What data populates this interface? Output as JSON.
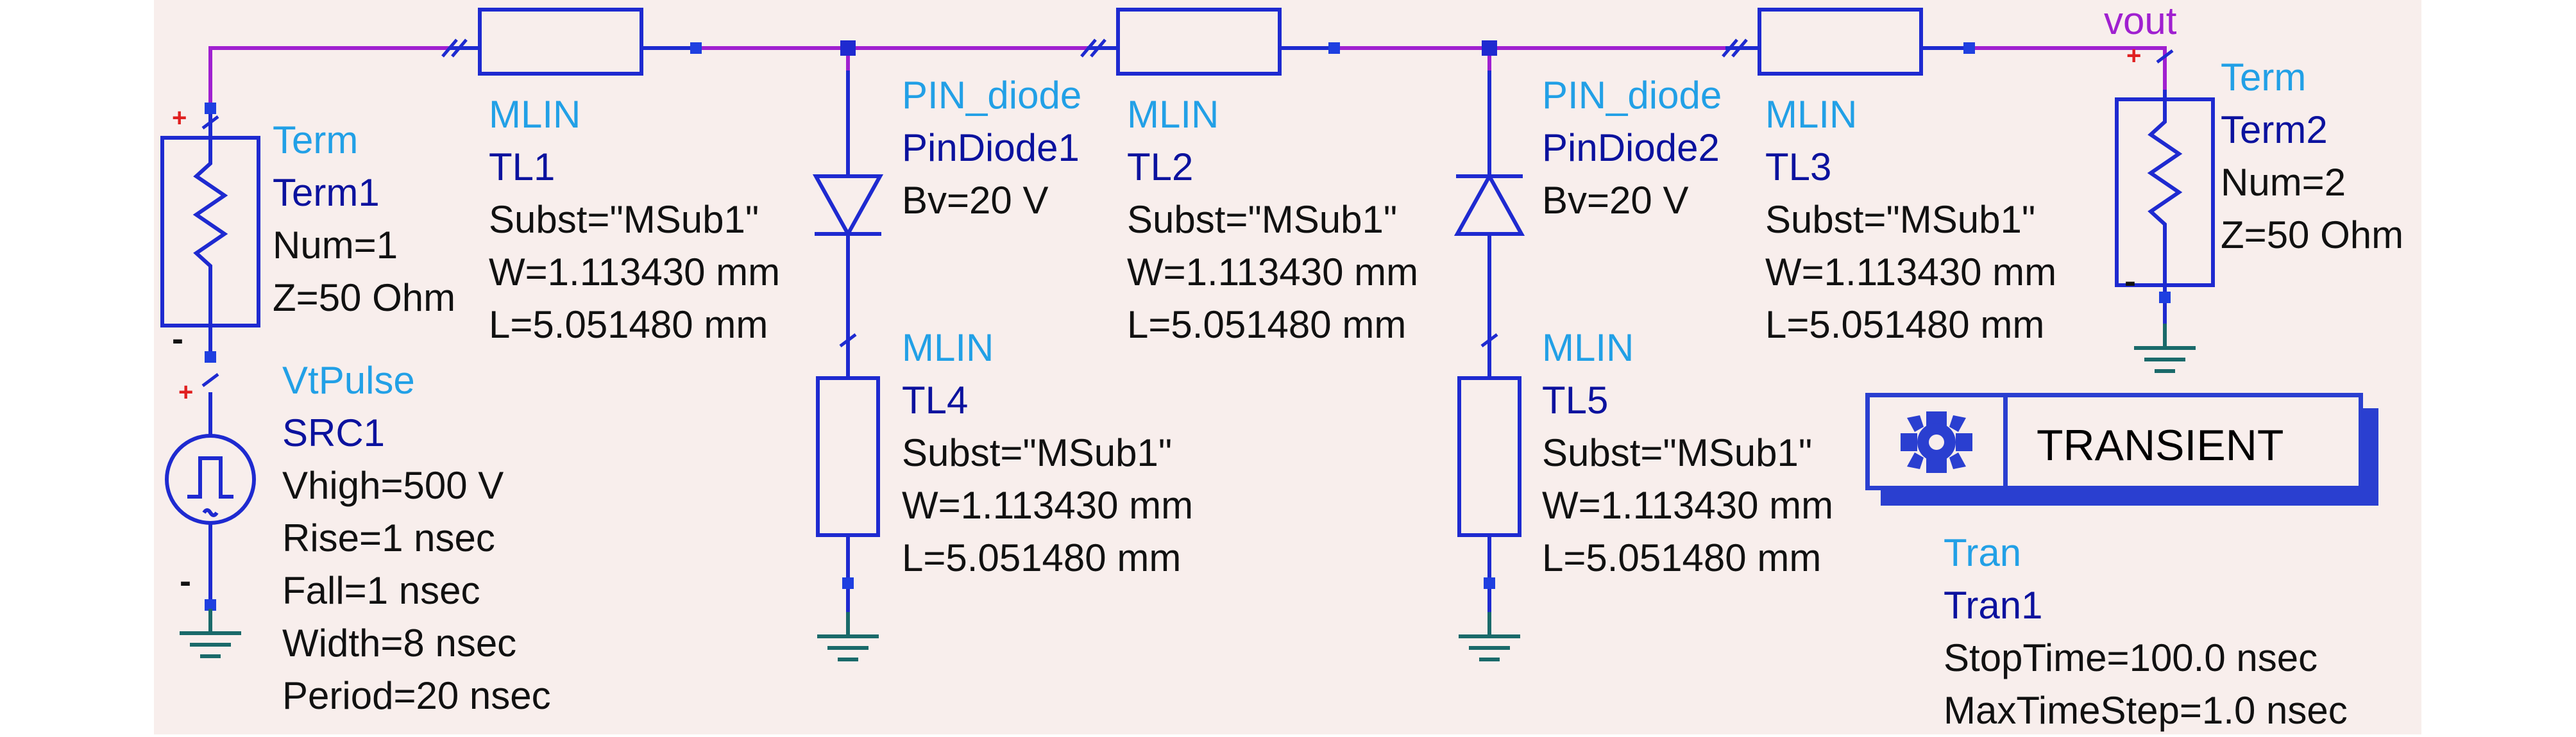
{
  "nets": {
    "vout": "vout"
  },
  "term1": {
    "type": "Term",
    "name": "Term1",
    "num": "Num=1",
    "z": "Z=50 Ohm"
  },
  "term2": {
    "type": "Term",
    "name": "Term2",
    "num": "Num=2",
    "z": "Z=50 Ohm"
  },
  "src1": {
    "type": "VtPulse",
    "name": "SRC1",
    "params": [
      "Vhigh=500 V",
      "Rise=1 nsec",
      "Fall=1 nsec",
      "Width=8 nsec",
      "Period=20 nsec"
    ]
  },
  "tl1": {
    "type": "MLIN",
    "name": "TL1",
    "params": [
      "Subst=\"MSub1\"",
      "W=1.113430 mm",
      "L=5.051480 mm"
    ]
  },
  "tl2": {
    "type": "MLIN",
    "name": "TL2",
    "params": [
      "Subst=\"MSub1\"",
      "W=1.113430 mm",
      "L=5.051480 mm"
    ]
  },
  "tl3": {
    "type": "MLIN",
    "name": "TL3",
    "params": [
      "Subst=\"MSub1\"",
      "W=1.113430 mm",
      "L=5.051480 mm"
    ]
  },
  "tl4": {
    "type": "MLIN",
    "name": "TL4",
    "params": [
      "Subst=\"MSub1\"",
      "W=1.113430 mm",
      "L=5.051480 mm"
    ]
  },
  "tl5": {
    "type": "MLIN",
    "name": "TL5",
    "params": [
      "Subst=\"MSub1\"",
      "W=1.113430 mm",
      "L=5.051480 mm"
    ]
  },
  "diode1": {
    "type": "PIN_diode",
    "name": "PinDiode1",
    "bv": "Bv=20 V"
  },
  "diode2": {
    "type": "PIN_diode",
    "name": "PinDiode2",
    "bv": "Bv=20 V"
  },
  "tran": {
    "title": "TRANSIENT",
    "type": "Tran",
    "name": "Tran1",
    "params": [
      "StopTime=100.0 nsec",
      "MaxTimeStep=1.0 nsec"
    ]
  },
  "marks": {
    "plus": "+",
    "minus": "-"
  },
  "colors": {
    "wire": "#a020d0",
    "component": "#1e2ad0",
    "pin": "#1e3fe0",
    "ground": "#1a6a6a",
    "typeText": "#22a0e6",
    "nameText": "#0b129e",
    "background": "#f8eeec"
  }
}
